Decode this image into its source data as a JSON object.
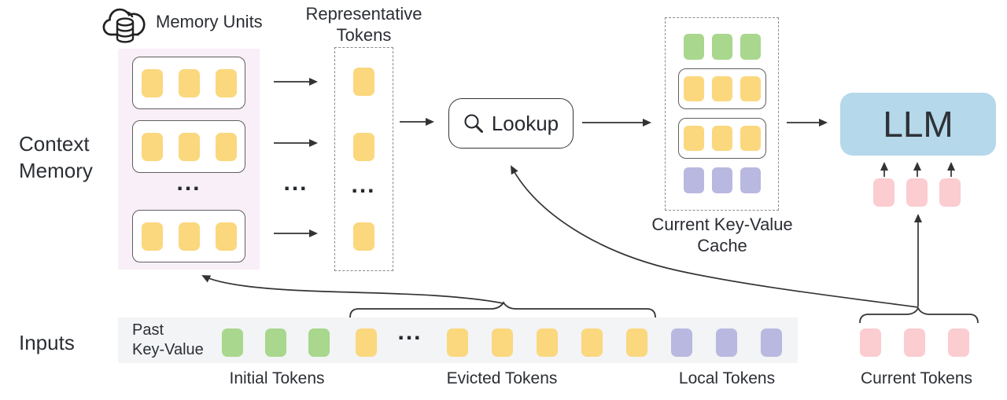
{
  "labels": {
    "context_memory": "Context\nMemory",
    "memory_units": "Memory Units",
    "representative_tokens": "Representative\nTokens",
    "lookup": "Lookup",
    "current_kv_cache": "Current Key-Value\nCache",
    "llm": "LLM",
    "inputs": "Inputs",
    "past_key_value": "Past\nKey-Value",
    "initial_tokens": "Initial Tokens",
    "evicted_tokens": "Evicted Tokens",
    "local_tokens": "Local Tokens",
    "current_tokens": "Current Tokens",
    "ellipsis": "..."
  },
  "colors": {
    "yellow": "#fbd77e",
    "green": "#a8d78d",
    "purple": "#b9b8e0",
    "pink": "#fbccd0",
    "blue": "#b5d8ea",
    "memory_bg": "#f9eff8",
    "input_bg": "#f2f4f5",
    "line": "#333333"
  },
  "token_groups": {
    "memory_unit_1": {
      "count": 3,
      "color": "yellow"
    },
    "memory_unit_2": {
      "count": 3,
      "color": "yellow"
    },
    "memory_unit_3": {
      "count": 3,
      "color": "yellow"
    },
    "rep_token_1": {
      "count": 1,
      "color": "yellow"
    },
    "rep_token_2": {
      "count": 1,
      "color": "yellow"
    },
    "rep_token_3": {
      "count": 1,
      "color": "yellow"
    },
    "cache_green": {
      "count": 3,
      "color": "green"
    },
    "cache_yellow_1": {
      "count": 3,
      "color": "yellow"
    },
    "cache_yellow_2": {
      "count": 3,
      "color": "yellow"
    },
    "cache_purple": {
      "count": 3,
      "color": "purple"
    },
    "llm_inputs": {
      "count": 3,
      "color": "pink"
    },
    "initial": {
      "count": 3,
      "color": "green"
    },
    "evicted_head": {
      "count": 1,
      "color": "yellow"
    },
    "evicted_tail": {
      "count": 5,
      "color": "yellow"
    },
    "local": {
      "count": 3,
      "color": "purple"
    },
    "current": {
      "count": 3,
      "color": "pink"
    }
  }
}
